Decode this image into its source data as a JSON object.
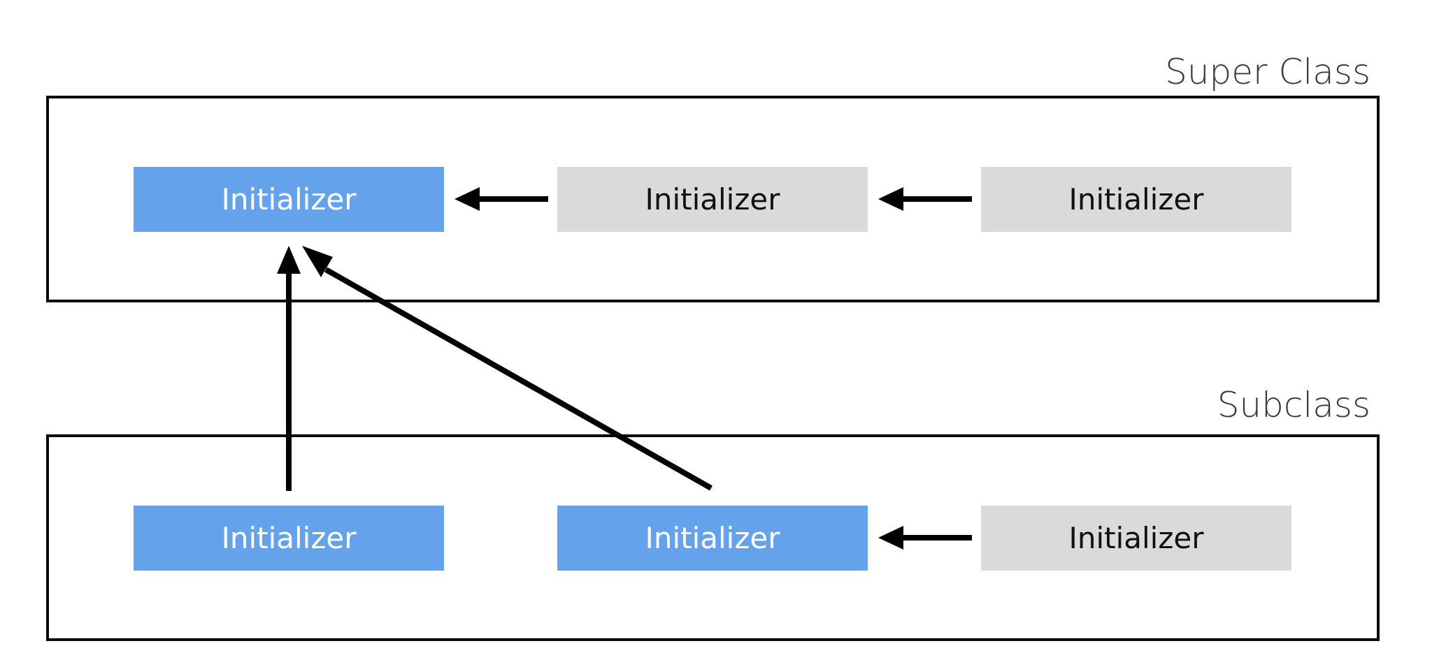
{
  "colors": {
    "designated_fill": "#64a2eb",
    "convenience_fill": "#d8dadc",
    "designated_text": "#ffffff",
    "convenience_text": "#111111",
    "label_text": "#3a3a3a"
  },
  "groups": [
    {
      "id": "super",
      "label": "Super Class",
      "boxes": [
        {
          "id": "s1",
          "label": "Initializer",
          "kind": "designated"
        },
        {
          "id": "s2",
          "label": "Initializer",
          "kind": "convenience"
        },
        {
          "id": "s3",
          "label": "Initializer",
          "kind": "convenience"
        }
      ]
    },
    {
      "id": "sub",
      "label": "Subclass",
      "boxes": [
        {
          "id": "b1",
          "label": "Initializer",
          "kind": "designated"
        },
        {
          "id": "b2",
          "label": "Initializer",
          "kind": "designated"
        },
        {
          "id": "b3",
          "label": "Initializer",
          "kind": "convenience"
        }
      ]
    }
  ],
  "edges": [
    {
      "from": "s2",
      "to": "s1"
    },
    {
      "from": "s3",
      "to": "s2"
    },
    {
      "from": "b3",
      "to": "b2"
    },
    {
      "from": "b1",
      "to": "s1"
    },
    {
      "from": "b2",
      "to": "s1"
    }
  ]
}
